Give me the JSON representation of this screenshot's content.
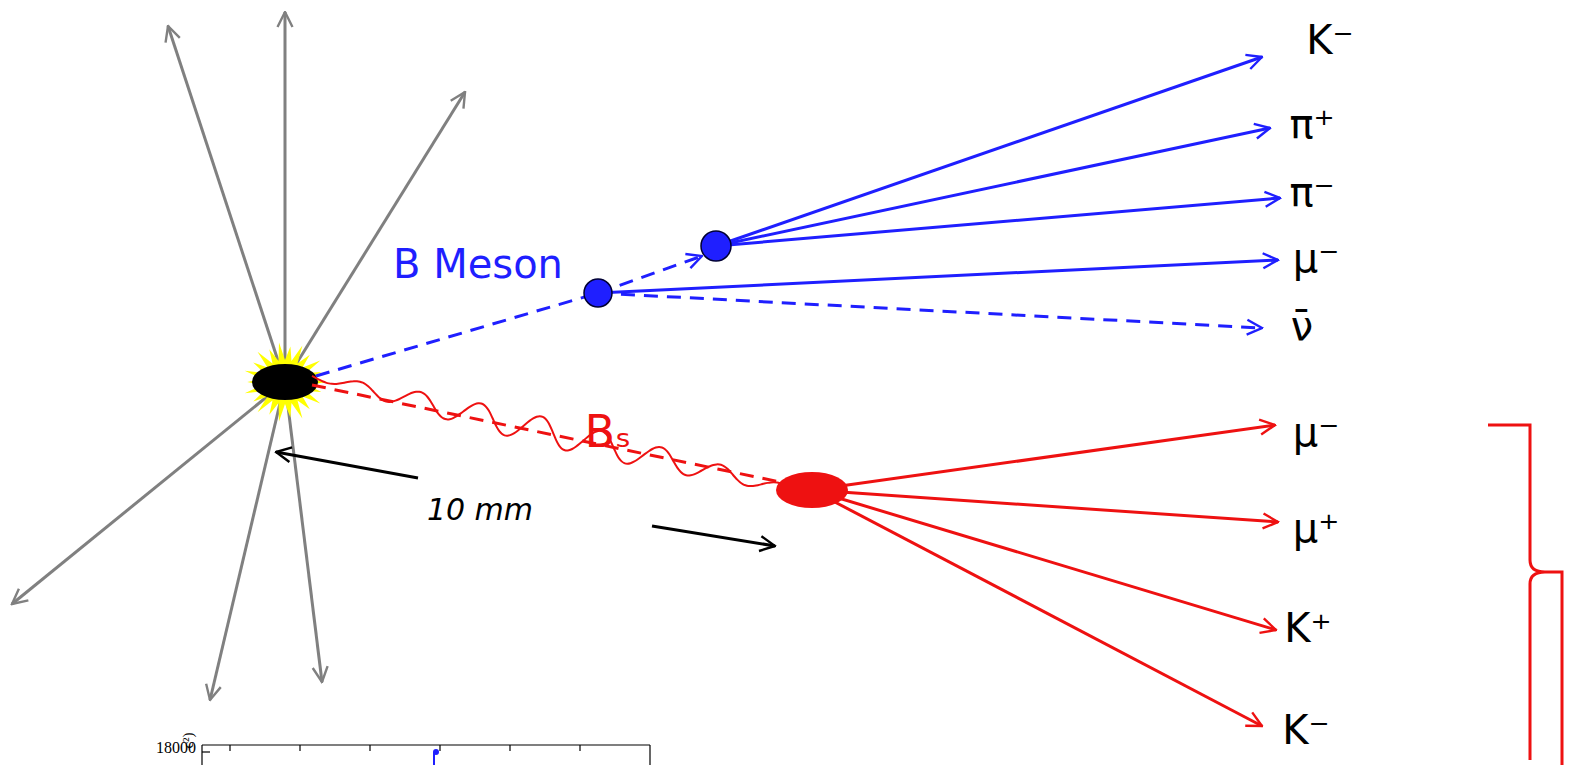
{
  "diagram": {
    "labels": [
      "K⁻",
      "π⁺",
      "π⁻",
      "μ⁻",
      "ν̄",
      "B Meson",
      "Bₛ",
      "μ⁻",
      "μ⁺",
      "K⁺",
      "K⁻",
      "10 mm",
      "18000",
      "c²)"
    ]
  }
}
